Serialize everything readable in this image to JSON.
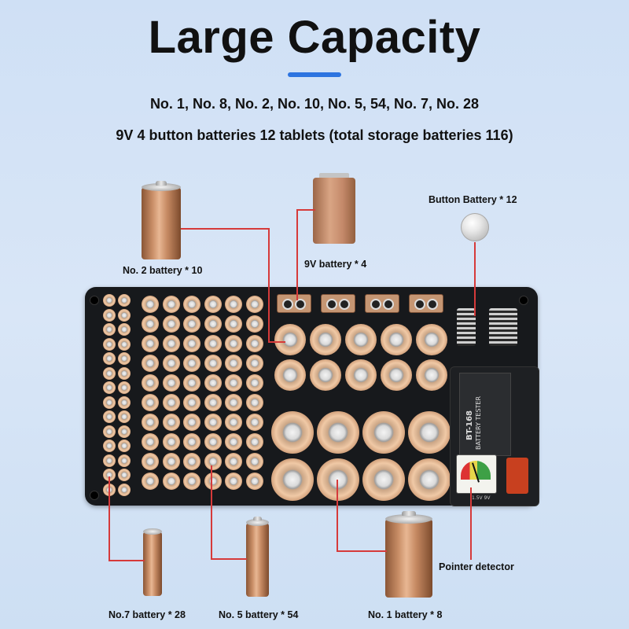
{
  "title": "Large Capacity",
  "subtitle_line1": "No. 1, No. 8, No. 2, No. 10, No. 5, 54, No. 7, No. 28",
  "subtitle_line2": "9V 4 button batteries 12 tablets (total storage batteries 116)",
  "labels": {
    "no2": "No. 2 battery * 10",
    "ninev": "9V battery * 4",
    "button": "Button Battery * 12",
    "pointer": "Pointer detector",
    "no7": "No.7 battery * 28",
    "no5": "No. 5 battery * 54",
    "no1": "No. 1 battery * 8"
  },
  "tester": {
    "model": "BT-168",
    "subtitle": "BATTERY TESTER",
    "footer": "1.5V 9V"
  },
  "colors": {
    "accent": "#2d74e0",
    "callout": "#d63a3a",
    "battery_copper": "#c98e67",
    "tray": "#17191c"
  },
  "icons": [
    "battery-d-icon",
    "battery-9v-icon",
    "button-cell-icon",
    "battery-aaa-icon",
    "battery-aa-icon",
    "battery-tester-icon"
  ]
}
